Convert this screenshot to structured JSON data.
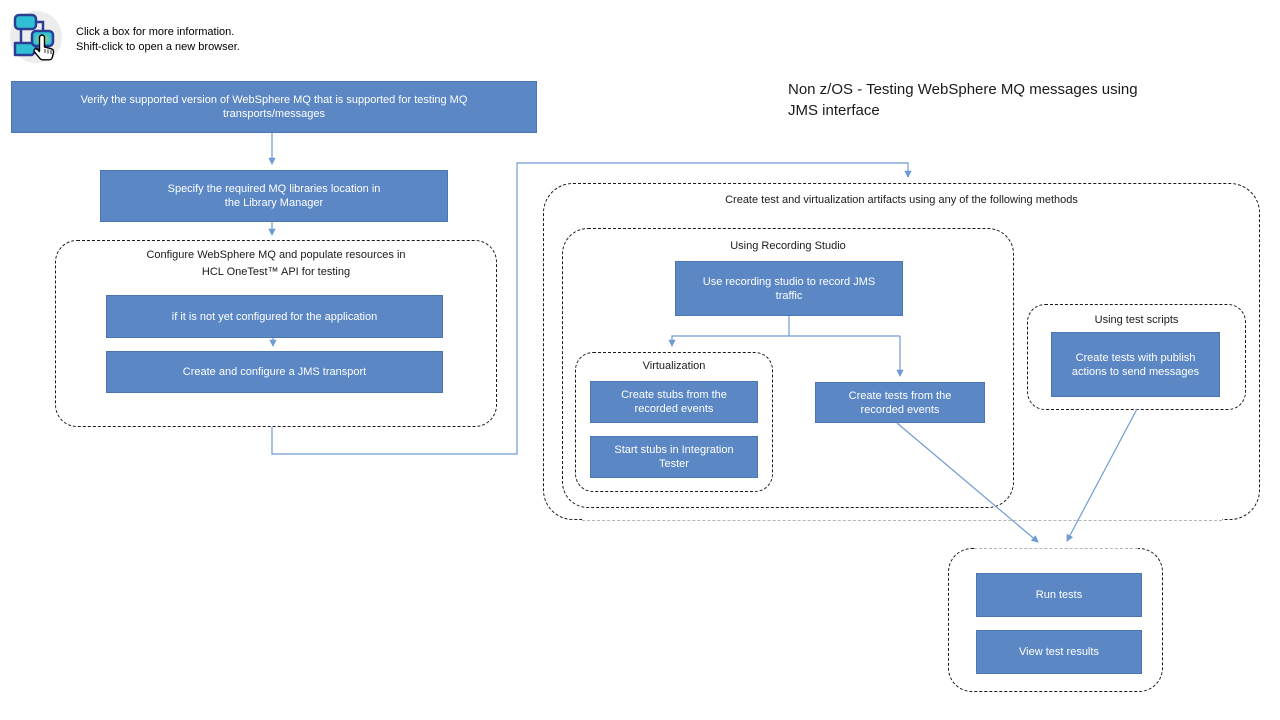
{
  "legend": {
    "line1": "Click a box for more information.",
    "line2": "Shift-click to open a new browser."
  },
  "title": "Non z/OS - Testing WebSphere MQ messages using\nJMS interface",
  "colors": {
    "box_fill": "#5b87c5",
    "box_border": "#4a76b3",
    "box_text": "#ffffff",
    "connector_blue": "#6f9bd4",
    "dash_dark": "#1a1a1a",
    "dash_gray": "#b5b5b5"
  },
  "flow": {
    "verify": "Verify the supported version of WebSphere MQ that is supported for testing MQ\ntransports/messages",
    "specify": "Specify the required MQ libraries location in\nthe Library Manager",
    "configure_label": "Configure WebSphere MQ and populate resources in\nHCL OneTest™ API for testing",
    "not_configured": "if it is not yet configured for the application",
    "jms_transport": "Create and configure a JMS transport",
    "artifacts_label": "Create test and virtualization artifacts using any of the following methods",
    "recording_label": "Using Recording Studio",
    "use_recording": "Use recording studio to record JMS\ntraffic",
    "virtualization_label": "Virtualization",
    "create_stubs": "Create stubs from the\nrecorded events",
    "start_stubs": "Start stubs in Integration\nTester",
    "create_tests_recorded": "Create tests from the\nrecorded events",
    "scripts_label": "Using test scripts",
    "create_tests_publish": "Create tests with publish\nactions to send messages",
    "run_tests": "Run tests",
    "view_results": "View test results"
  }
}
